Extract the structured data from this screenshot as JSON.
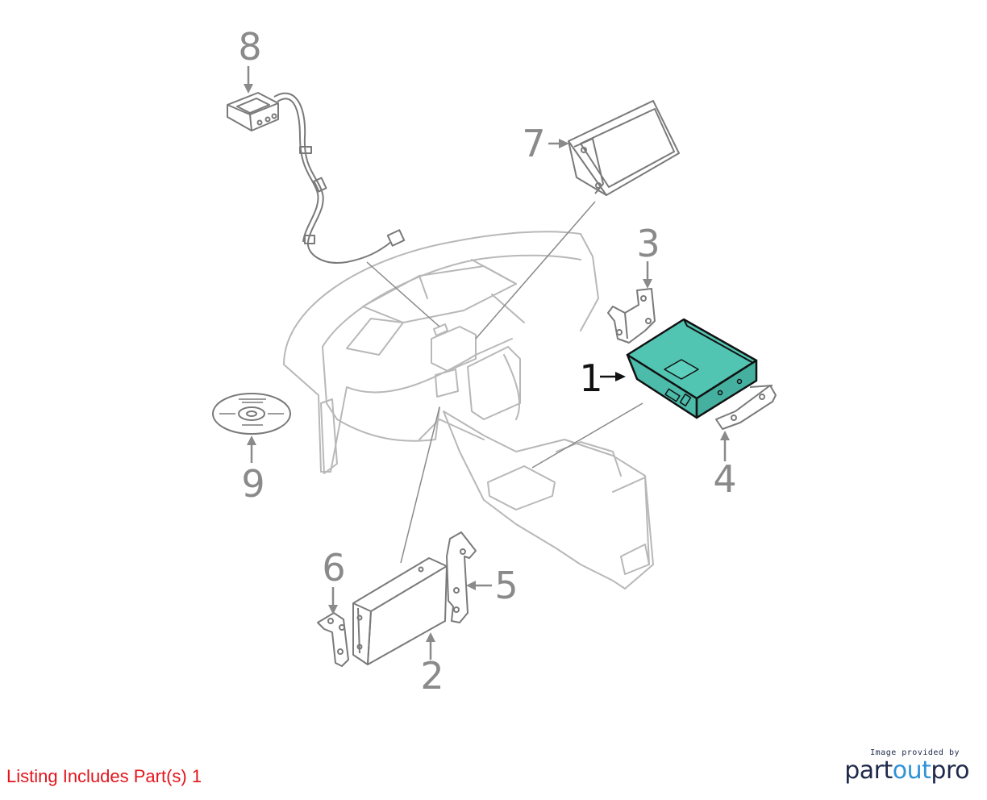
{
  "listing": {
    "note": "Listing Includes Part(s) 1"
  },
  "brand": {
    "caption": "Image provided by",
    "logo_part1": "part",
    "logo_part2": "out",
    "logo_part3": "pro",
    "accent_color": "#2f93d6",
    "dark_color": "#1f2a4a"
  },
  "callouts": {
    "c1": "1",
    "c2": "2",
    "c3": "3",
    "c4": "4",
    "c5": "5",
    "c6": "6",
    "c7": "7",
    "c8": "8",
    "c9": "9"
  },
  "colors": {
    "highlight_fill": "#52c4b2",
    "line_gray": "#8a8a8a",
    "note_red": "#e3141b"
  }
}
